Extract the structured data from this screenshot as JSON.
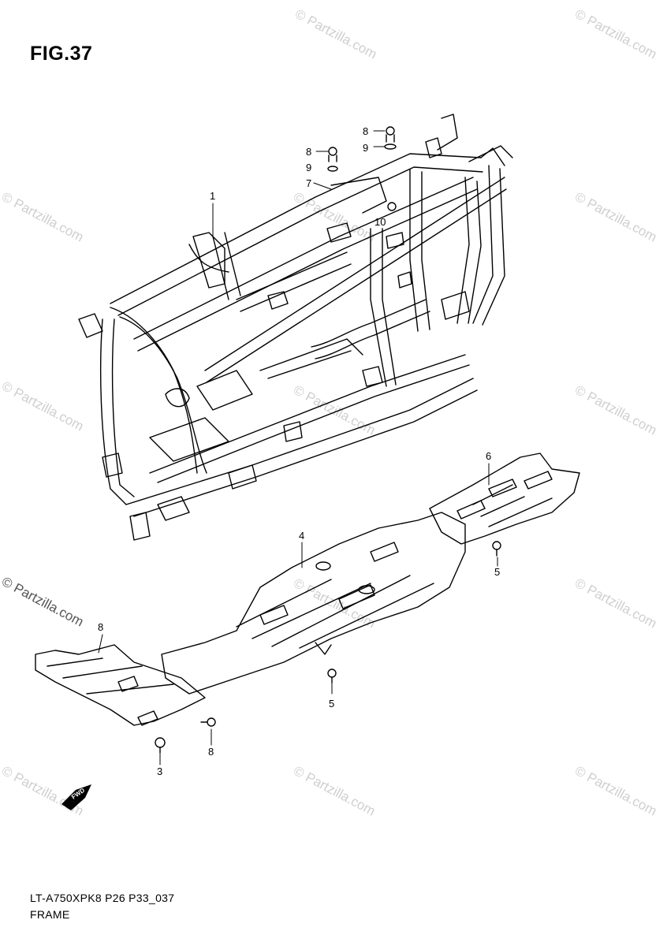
{
  "figure": {
    "title": "FIG.37",
    "code": "LT-A750XPK8 P26 P33_037",
    "name": "FRAME"
  },
  "watermark": {
    "text": "© Partzilla.com",
    "dark_text": "© Partzilla.com"
  },
  "callouts": {
    "c1": "1",
    "c3": "3",
    "c4": "4",
    "c5a": "5",
    "c5b": "5",
    "c6": "6",
    "c7": "7",
    "c8a": "8",
    "c8b": "8",
    "c8c": "8",
    "c8d": "8",
    "c9a": "9",
    "c9b": "9",
    "c10": "10"
  },
  "fwd_label": "FWD"
}
